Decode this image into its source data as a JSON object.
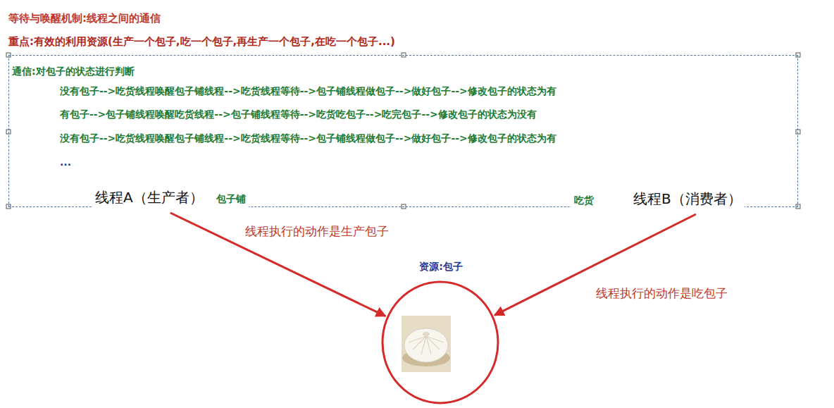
{
  "diagram": {
    "title": "等待与唤醒机制:线程之间的通信",
    "nodes": [
      {
        "text": [
          "通信:对包子的状态进行判断",
          "没有包子-->吃货线程唤醒包子铺线程-->吃货线程等待-->包子铺线程做包子-->做好包子-->修改包子的状态为有",
          "有包子-->包子铺线程唤醒吃货线程-->包子铺线程等待-->吃货吃包子-->吃完包子-->修改包子的状态为没有",
          "没有包子-->吃货线程唤醒包子铺线程-->吃货线程等待-->包子铺线程做包子-->做好包子-->修改包子的状态为有",
          "..."
        ]
      },
      {
        "text": [
          "线程A（生产者）",
          "包子铺"
        ],
        "in": 0
      },
      {
        "text": [
          "吃货",
          "线程B（消费者）"
        ],
        "in": 0
      },
      {
        "text": [
          "资源:包子"
        ]
      }
    ],
    "edges": [
      {
        "from": 1,
        "to": 3,
        "arrow": "to",
        "label": "线程执行的动作是生产包子"
      },
      {
        "from": 2,
        "to": 3,
        "arrow": "to",
        "label": "线程执行的动作是吃包子"
      }
    ],
    "labels": [
      "重点:有效的利用资源(生产一个包子,吃一个包子,再生产一个包子,在吃一个包子...)"
    ]
  }
}
